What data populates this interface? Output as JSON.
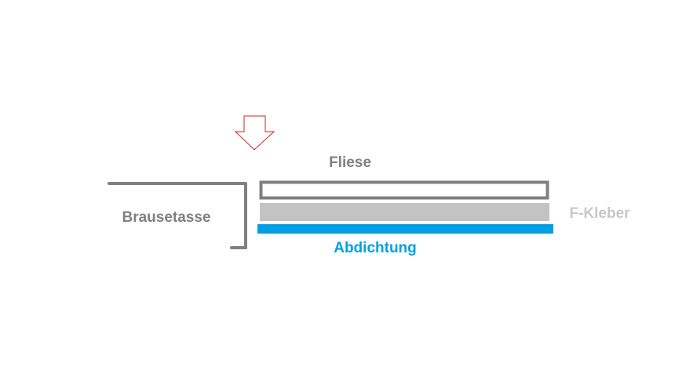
{
  "labels": {
    "tile": "Fliese",
    "tray": "Brausetasse",
    "adhesive": "F-Kleber",
    "seal": "Abdichtung"
  },
  "colors": {
    "tray_line": "#808080",
    "tile": "#808080",
    "adhesive": "#c3c3c3",
    "seal": "#009fe3",
    "arrow": "#c0282d",
    "adhesive_text": "#c8c8c8"
  }
}
